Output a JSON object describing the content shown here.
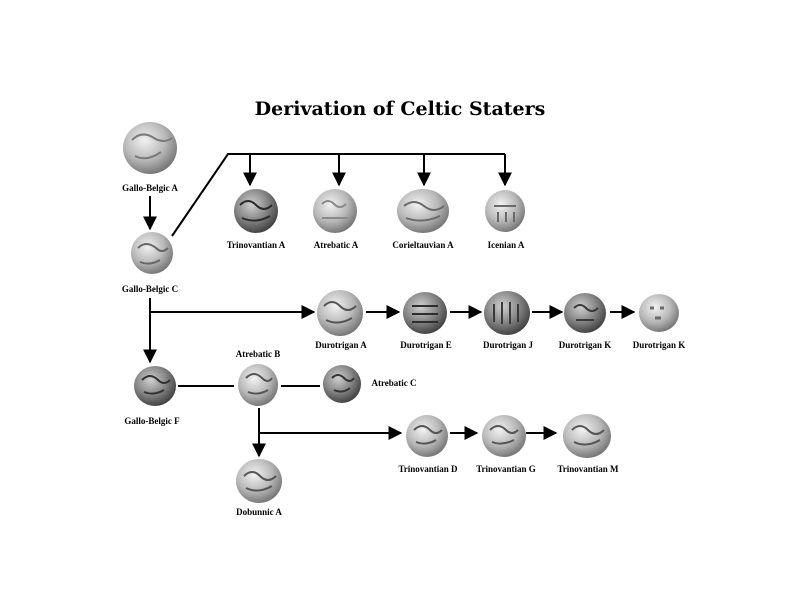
{
  "title": "Derivation of Celtic Staters",
  "coins": {
    "gallo_belgic_a": "Gallo-Belgic A",
    "gallo_belgic_c": "Gallo-Belgic C",
    "gallo_belgic_f": "Gallo-Belgic F",
    "trinovantian_a": "Trinovantian A",
    "atrebatic_a": "Atrebatic A",
    "corieltauvian_a": "Corieltauvian A",
    "icenian_a": "Icenian A",
    "durotrigan_a": "Durotrigan A",
    "durotrigan_e": "Durotrigan E",
    "durotrigan_j": "Durotrigan J",
    "durotrigan_k_1": "Durotrigan K",
    "durotrigan_k_2": "Durotrigan K",
    "atrebatic_b": "Atrebatic B",
    "atrebatic_c": "Atrebatic C",
    "dobunnic_a": "Dobunnic A",
    "trinovantian_d": "Trinovantian D",
    "trinovantian_g": "Trinovantian G",
    "trinovantian_m": "Trinovantian M"
  }
}
